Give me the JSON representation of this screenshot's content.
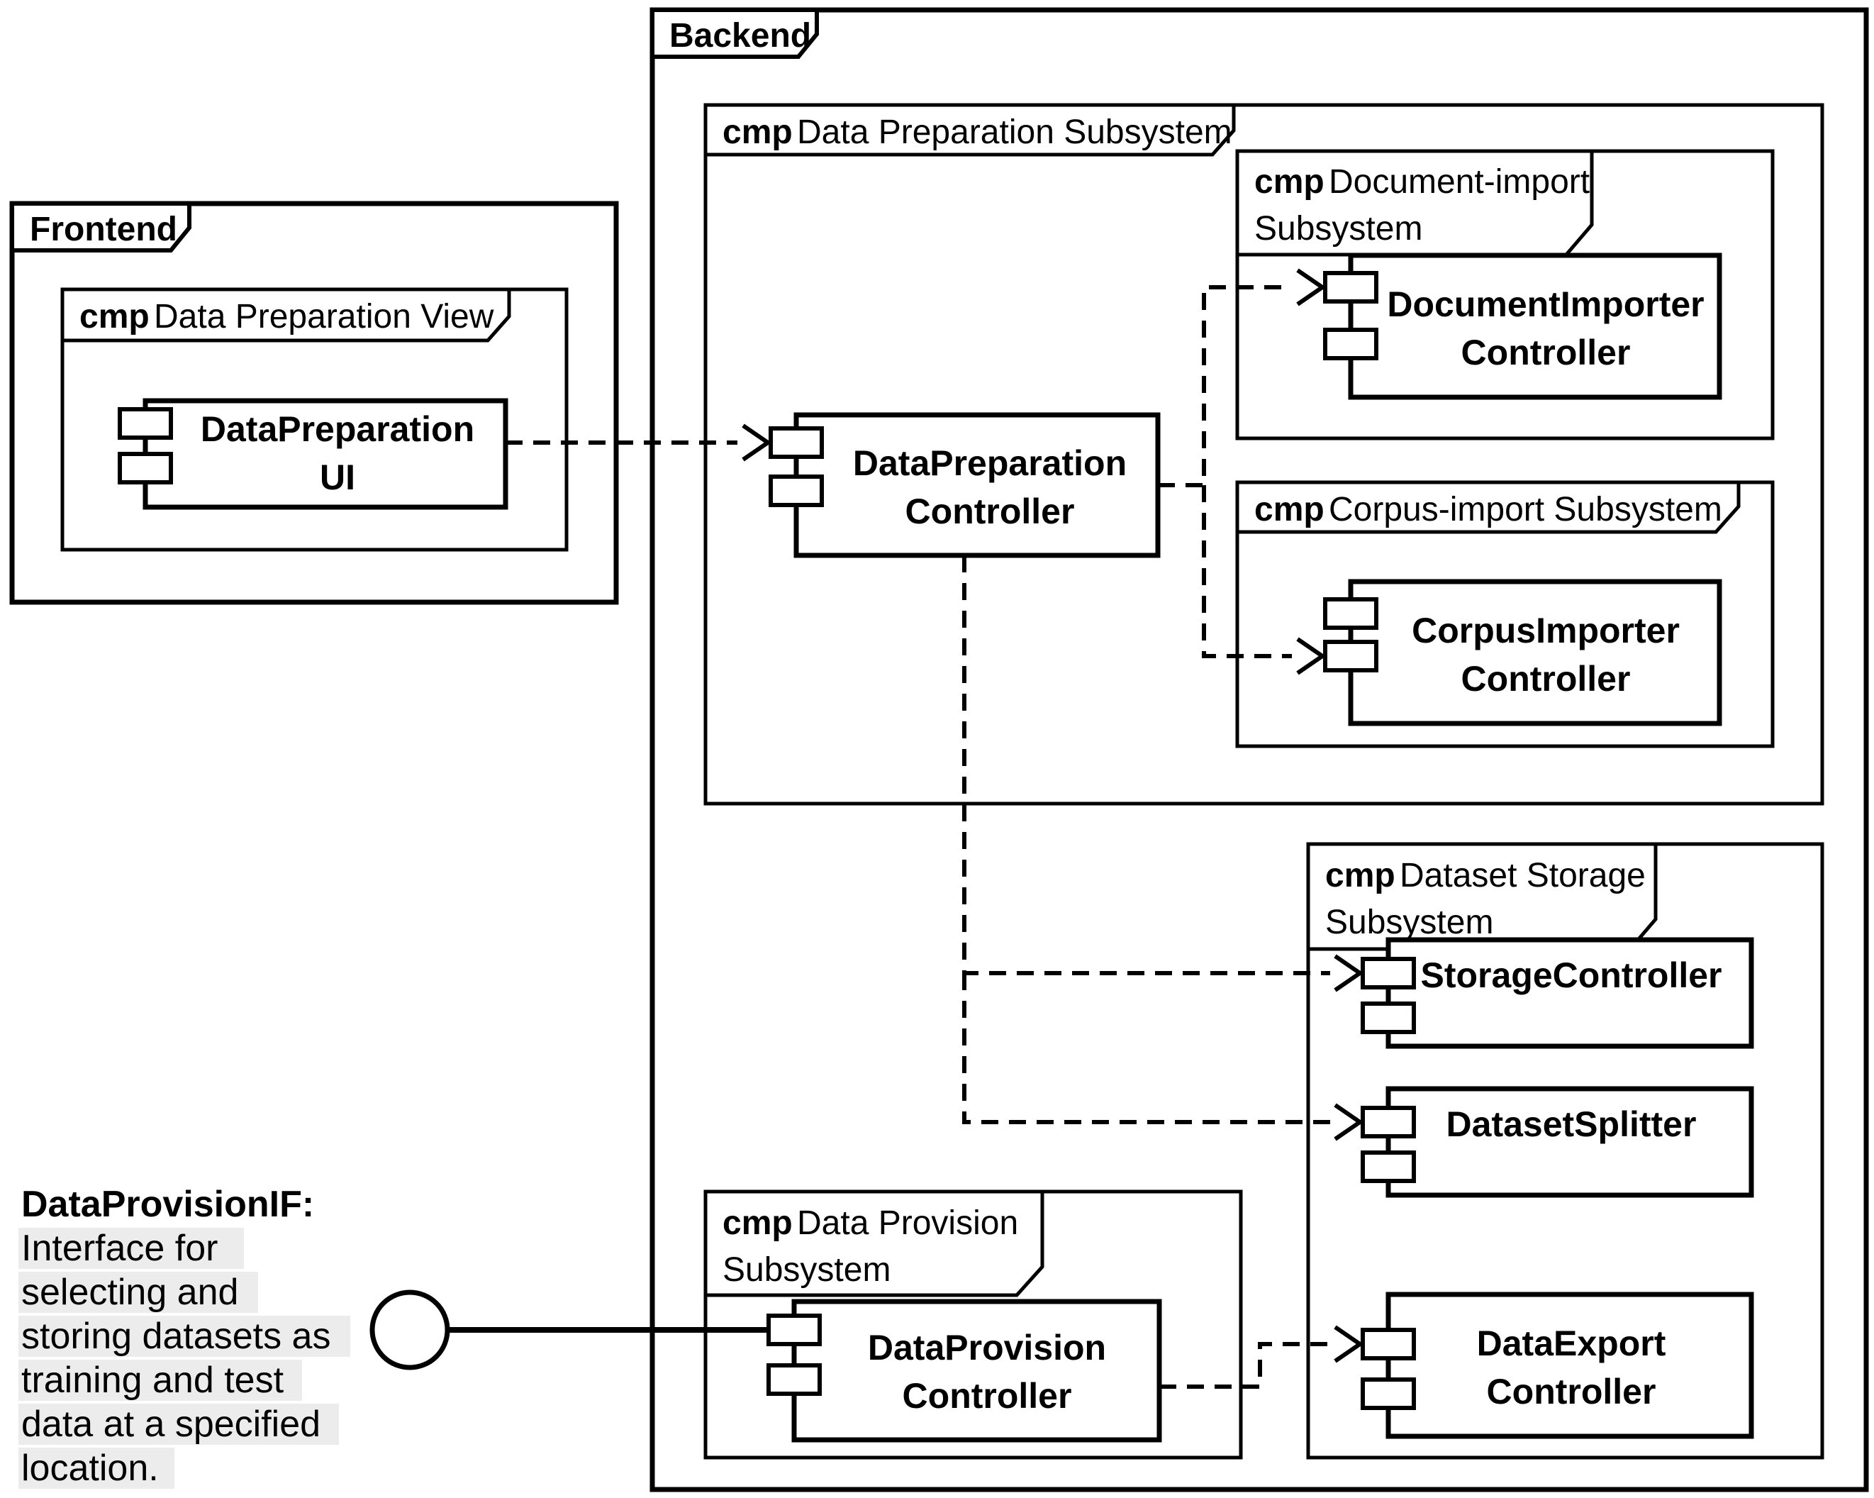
{
  "diagram": {
    "packages": {
      "frontend": {
        "label": "Frontend"
      },
      "backend": {
        "label": "Backend"
      }
    },
    "frames": {
      "data_preparation_view": {
        "keyword": "cmp",
        "title": "Data Preparation View"
      },
      "data_preparation_subsystem": {
        "keyword": "cmp",
        "title": "Data Preparation Subsystem"
      },
      "document_import_subsystem": {
        "keyword": "cmp",
        "title_line1": "Document-import",
        "title_line2": "Subsystem"
      },
      "corpus_import_subsystem": {
        "keyword": "cmp",
        "title": "Corpus-import Subsystem"
      },
      "dataset_storage_subsystem": {
        "keyword": "cmp",
        "title_line1": "Dataset Storage",
        "title_line2": "Subsystem"
      },
      "data_provision_subsystem": {
        "keyword": "cmp",
        "title_line1": "Data Provision",
        "title_line2": "Subsystem"
      }
    },
    "components": {
      "data_preparation_ui": {
        "line1": "DataPreparation",
        "line2": "UI"
      },
      "data_preparation_controller": {
        "line1": "DataPreparation",
        "line2": "Controller"
      },
      "document_importer_controller": {
        "line1": "DocumentImporter",
        "line2": "Controller"
      },
      "corpus_importer_controller": {
        "line1": "CorpusImporter",
        "line2": "Controller"
      },
      "storage_controller": {
        "label": "StorageController"
      },
      "dataset_splitter": {
        "label": "DatasetSplitter"
      },
      "data_export_controller": {
        "line1": "DataExport",
        "line2": "Controller"
      },
      "data_provision_controller": {
        "line1": "DataProvision",
        "line2": "Controller"
      }
    },
    "annotation": {
      "line1": "DataProvisionIF:",
      "line2": "Interface for",
      "line3": "selecting and",
      "line4": "storing datasets as",
      "line5": "training and test",
      "line6": "data at a specified",
      "line7": "location."
    },
    "colors": {
      "line": "#000000",
      "background": "#ffffff",
      "annotation_highlight": "#ececec"
    }
  }
}
